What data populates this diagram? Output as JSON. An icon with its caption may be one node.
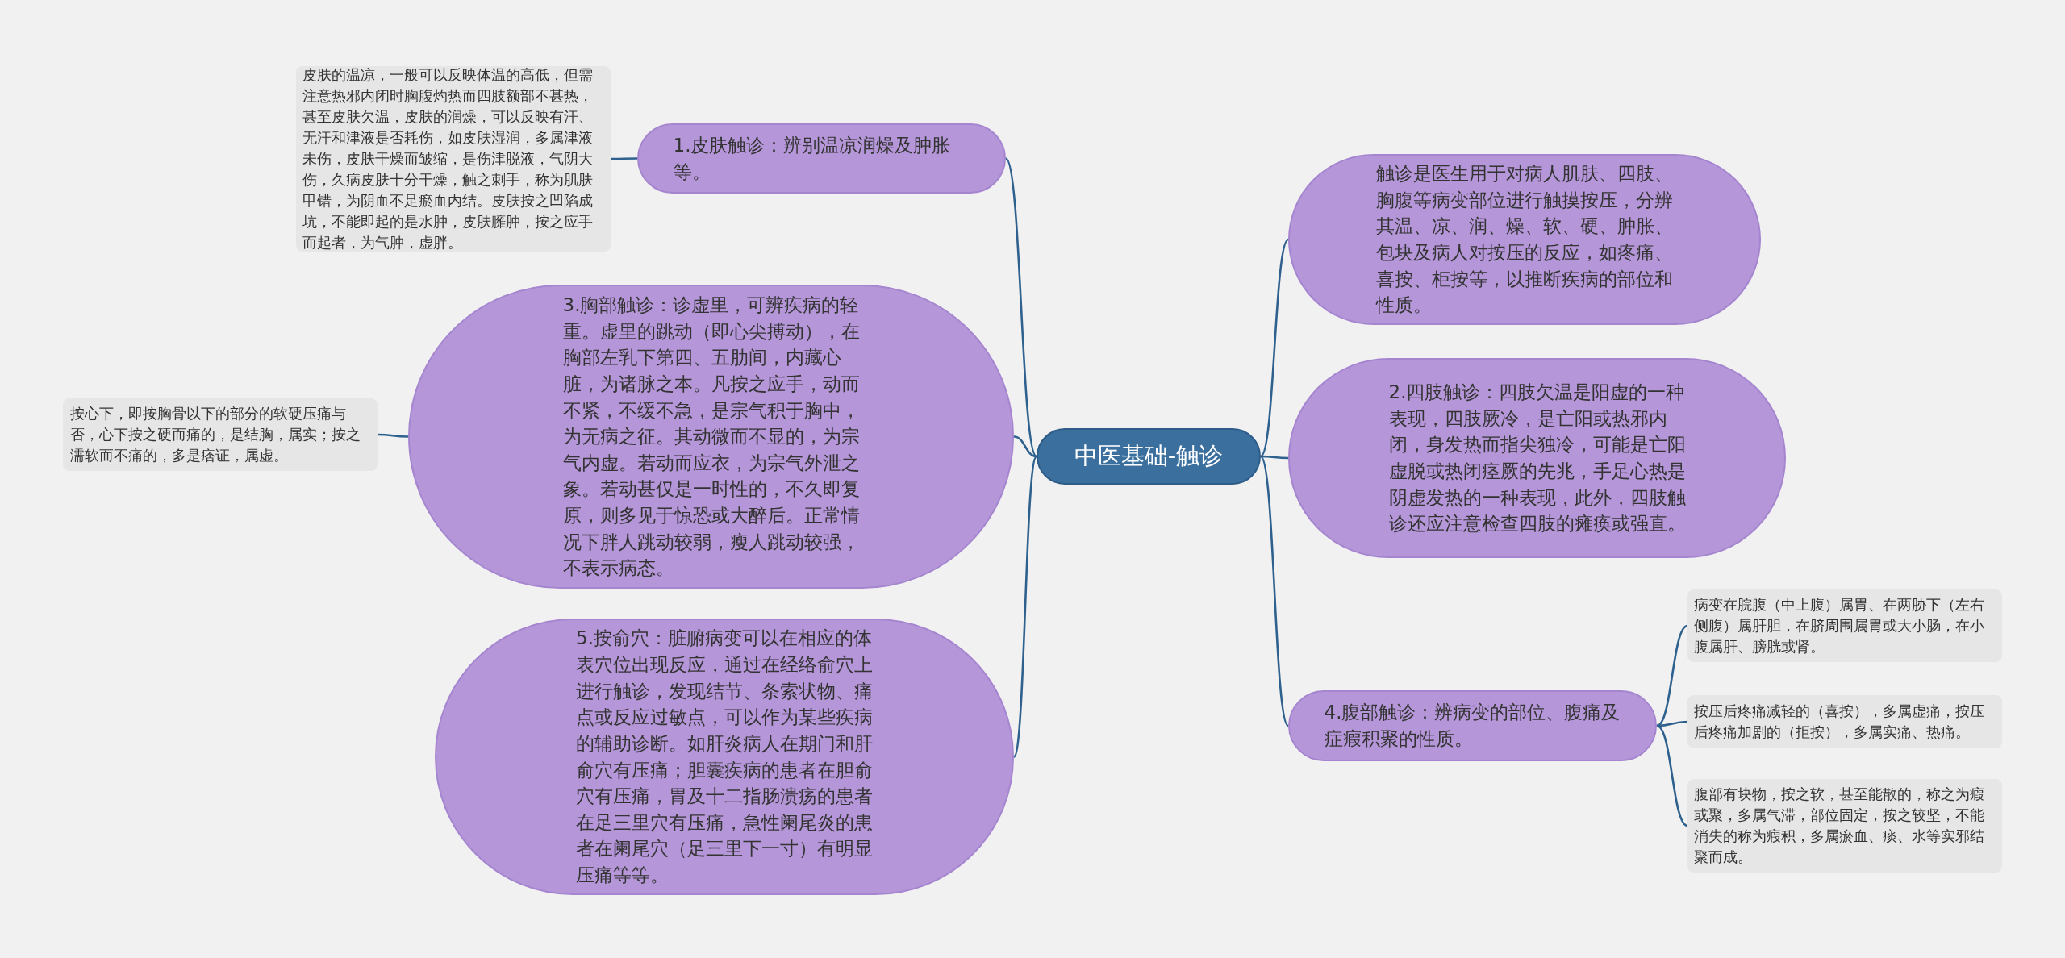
{
  "diagram": {
    "nodes": [
      {
        "text": [
          "中医基础-触诊"
        ]
      },
      {
        "text": [
          "1.皮肤触诊：辨别温凉润燥及肿胀等。"
        ]
      },
      {
        "text": [
          "皮肤的温凉，一般可以反映体温的高低，但需注意热邪内闭时胸腹灼热而四肢额部不甚热，甚至皮肤欠温，皮肤的润燥，可以反映有汗、无汗和津液是否耗伤，如皮肤湿润，多属津液未伤，皮肤干燥而皱缩，是伤津脱液，气阴大伤，久病皮肤十分干燥，触之刺手，称为肌肤甲错，为阴血不足瘀血内结。皮肤按之凹陷成坑，不能即起的是水肿，皮肤臃肿，按之应手而起者，为气肿，虚胖。"
        ]
      },
      {
        "text": [
          "3.胸部触诊：诊虚里，可辨疾病的轻重。虚里的跳动（即心尖搏动），在胸部左乳下第四、五肋间，内藏心脏，为诸脉之本。凡按之应手，动而不紧，不缓不急，是宗气积于胸中，为无病之征。其动微而不显的，为宗气内虚。若动而应衣，为宗气外泄之象。若动甚仅是一时性的，不久即复原，则多见于惊恐或大醉后。正常情况下胖人跳动较弱，瘦人跳动较强，不表示病态。"
        ]
      },
      {
        "text": [
          "按心下，即按胸骨以下的部分的软硬压痛与否，心下按之硬而痛的，是结胸，属实；按之濡软而不痛的，多是痞证，属虚。"
        ]
      },
      {
        "text": [
          "5.按俞穴：脏腑病变可以在相应的体表穴位出现反应，通过在经络俞穴上进行触诊，发现结节、条索状物、痛点或反应过敏点，可以作为某些疾病的辅助诊断。如肝炎病人在期门和肝俞穴有压痛；胆囊疾病的患者在胆俞穴有压痛，胃及十二指肠溃疡的患者在足三里穴有压痛，急性阑尾炎的患者在阑尾穴（足三里下一寸）有明显压痛等等。"
        ]
      },
      {
        "text": [
          "触诊是医生用于对病人肌肤、四肢、胸腹等病变部位进行触摸按压，分辨其温、凉、润、燥、软、硬、肿胀、包块及病人对按压的反应，如疼痛、喜按、柜按等，以推断疾病的部位和性质。"
        ]
      },
      {
        "text": [
          "2.四肢触诊：四肢欠温是阳虚的一种表现，四肢厥冷，是亡阳或热邪内闭，身发热而指尖独冷，可能是亡阳虚脱或热闭痉厥的先兆，手足心热是阴虚发热的一种表现，此外，四肢触诊还应注意检查四肢的瘫痪或强直。"
        ]
      },
      {
        "text": [
          "4.腹部触诊：辨病变的部位、腹痛及症瘕积聚的性质。"
        ]
      },
      {
        "text": [
          "病变在脘腹（中上腹）属胃、在两胁下（左右侧腹）属肝胆，在脐周围属胃或大小肠，在小腹属肝、膀胱或肾。"
        ]
      },
      {
        "text": [
          "按压后疼痛减轻的（喜按），多属虚痛，按压后疼痛加剧的（拒按），多属实痛、热痛。"
        ]
      },
      {
        "text": [
          "腹部有块物，按之软，甚至能散的，称之为瘕或聚，多属气滞，部位固定，按之较坚，不能消失的称为瘕积，多属瘀血、痰、水等实邪结聚而成。"
        ]
      }
    ],
    "edges": [
      {
        "from": 0,
        "to": 1,
        "arrow": "none"
      },
      {
        "from": 1,
        "to": 2,
        "arrow": "none"
      },
      {
        "from": 0,
        "to": 3,
        "arrow": "none"
      },
      {
        "from": 3,
        "to": 4,
        "arrow": "none"
      },
      {
        "from": 0,
        "to": 5,
        "arrow": "none"
      },
      {
        "from": 0,
        "to": 6,
        "arrow": "none"
      },
      {
        "from": 0,
        "to": 7,
        "arrow": "none"
      },
      {
        "from": 0,
        "to": 8,
        "arrow": "none"
      },
      {
        "from": 8,
        "to": 9,
        "arrow": "none"
      },
      {
        "from": 8,
        "to": 10,
        "arrow": "none"
      },
      {
        "from": 8,
        "to": 11,
        "arrow": "none"
      }
    ]
  }
}
